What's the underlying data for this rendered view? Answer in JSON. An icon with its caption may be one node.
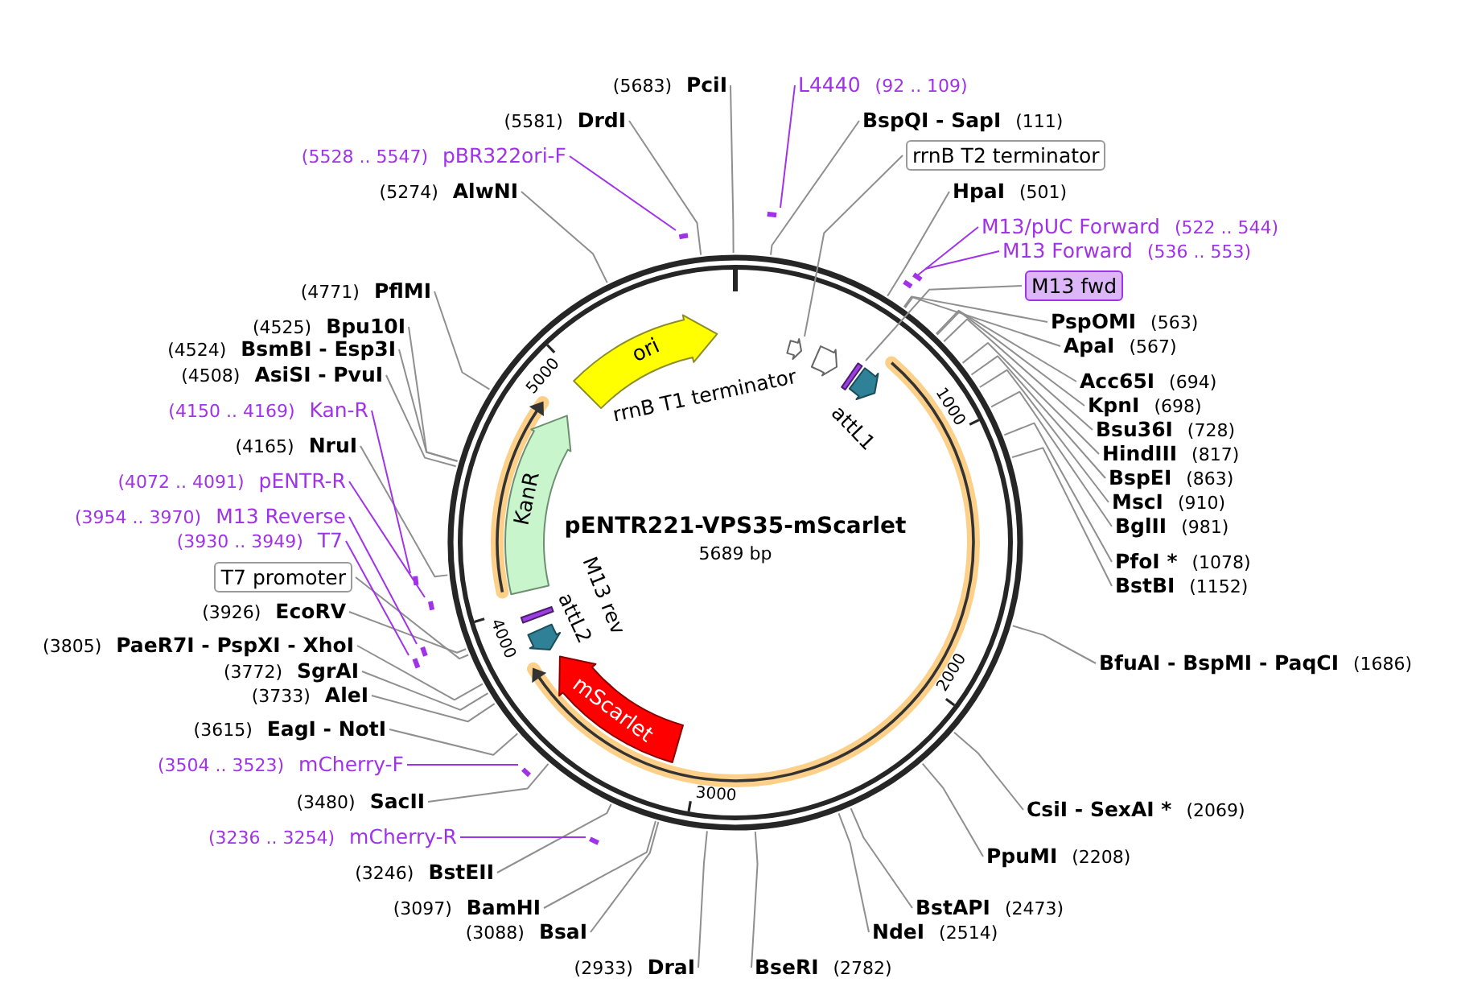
{
  "diagram": {
    "title": "pENTR221-VPS35-mScarlet",
    "nodes": [
      {
        "text": [
          "(5683)",
          "PciI"
        ]
      },
      {
        "text": [
          "L4440",
          "(92 .. 109)"
        ]
      },
      {
        "text": [],
        "shape": "bar"
      },
      {
        "text": [
          "BspQI - SapI",
          "(111)"
        ]
      },
      {
        "text": [
          "rrnB T2 terminator"
        ]
      },
      {
        "text": [],
        "shape": "pentagon"
      },
      {
        "text": [
          "HpaI",
          "(501)"
        ]
      },
      {
        "text": [
          "M13/pUC Forward",
          "(522 .. 544)"
        ]
      },
      {
        "text": [],
        "shape": "bar"
      },
      {
        "text": [
          "M13 Forward",
          "(536 .. 553)"
        ]
      },
      {
        "text": [],
        "shape": "bar"
      },
      {
        "text": [
          "M13 fwd"
        ]
      },
      {
        "text": [],
        "shape": "bar"
      },
      {
        "text": [
          "PspOMI",
          "(563)"
        ]
      },
      {
        "text": [
          "ApaI",
          "(567)"
        ]
      },
      {
        "text": [
          "Acc65I",
          "(694)"
        ]
      },
      {
        "text": [
          "KpnI",
          "(698)"
        ]
      },
      {
        "text": [
          "Bsu36I",
          "(728)"
        ]
      },
      {
        "text": [
          "HindIII",
          "(817)"
        ]
      },
      {
        "text": [
          "BspEI",
          "(863)"
        ]
      },
      {
        "text": [
          "MscI",
          "(910)"
        ]
      },
      {
        "text": [
          "BglII",
          "(981)"
        ]
      },
      {
        "text": [
          "PfoI *",
          "(1078)"
        ]
      },
      {
        "text": [
          "BstBI",
          "(1152)"
        ]
      },
      {
        "text": [
          "BfuAI - BspMI - PaqCI",
          "(1686)"
        ]
      },
      {
        "text": [
          "CsiI - SexAI *",
          "(2069)"
        ]
      },
      {
        "text": [
          "PpuMI",
          "(2208)"
        ]
      },
      {
        "text": [
          "BstAPI",
          "(2473)"
        ]
      },
      {
        "text": [
          "NdeI",
          "(2514)"
        ]
      },
      {
        "text": [
          "BseRI",
          "(2782)"
        ]
      },
      {
        "text": [
          "(2933)",
          "DraI"
        ]
      },
      {
        "text": [
          "(3088)",
          "BsaI"
        ]
      },
      {
        "text": [
          "(3097)",
          "BamHI"
        ]
      },
      {
        "text": [
          "(3246)",
          "BstEII"
        ]
      },
      {
        "text": [
          "(3236 .. 3254)",
          "mCherry-R"
        ]
      },
      {
        "text": [],
        "shape": "bar"
      },
      {
        "text": [
          "(3480)",
          "SacII"
        ]
      },
      {
        "text": [
          "(3504 .. 3523)",
          "mCherry-F"
        ]
      },
      {
        "text": [],
        "shape": "bar"
      },
      {
        "text": [
          "(3615)",
          "EagI - NotI"
        ]
      },
      {
        "text": [
          "(3733)",
          "AleI"
        ]
      },
      {
        "text": [
          "(3772)",
          "SgrAI"
        ]
      },
      {
        "text": [
          "(3805)",
          "PaeR7I - PspXI - XhoI"
        ]
      },
      {
        "text": [
          "(3926)",
          "EcoRV"
        ]
      },
      {
        "text": [
          "T7 promoter"
        ]
      },
      {
        "text": [
          "(3930 .. 3949)",
          "T7"
        ]
      },
      {
        "text": [],
        "shape": "bar"
      },
      {
        "text": [
          "(3954 .. 3970)",
          "M13 Reverse"
        ]
      },
      {
        "text": [],
        "shape": "bar"
      },
      {
        "text": [
          "(4072 .. 4091)",
          "pENTR-R"
        ]
      },
      {
        "text": [],
        "shape": "bar"
      },
      {
        "text": [
          "(4165)",
          "NruI"
        ]
      },
      {
        "text": [
          "(4150 .. 4169)",
          "Kan-R"
        ]
      },
      {
        "text": [],
        "shape": "bar"
      },
      {
        "text": [
          "(4508)",
          "AsiSI - PvuI"
        ]
      },
      {
        "text": [
          "(4524)",
          "BsmBI - Esp3I"
        ]
      },
      {
        "text": [
          "(4525)",
          "Bpu10I"
        ]
      },
      {
        "text": [
          "(4771)",
          "PflMI"
        ]
      },
      {
        "text": [
          "(5274)",
          "AlwNI"
        ]
      },
      {
        "text": [
          "(5528 .. 5547)",
          "pBR322ori-F"
        ]
      },
      {
        "text": [],
        "shape": "bar"
      },
      {
        "text": [
          "(5581)",
          "DrdI"
        ]
      },
      {
        "text": [],
        "shape": "pentagon"
      },
      {
        "text": [],
        "shape": "pentagon",
        "beside": [
          "attL1"
        ]
      },
      {
        "text": [
          "mScarlet"
        ]
      },
      {
        "text": [],
        "shape": "pentagon",
        "beside": [
          "attL2"
        ]
      },
      {
        "text": [],
        "shape": "bar"
      },
      {
        "text": [
          "KanR"
        ]
      },
      {
        "text": [
          "ori"
        ]
      }
    ],
    "edges": [
      {
        "from": 0,
        "to": null,
        "arrow": "none"
      },
      {
        "from": 1,
        "to": 2,
        "arrow": "none",
        "color": "#a033e8"
      },
      {
        "from": 3,
        "to": null,
        "arrow": "none"
      },
      {
        "from": 4,
        "to": 5,
        "arrow": "none"
      },
      {
        "from": 6,
        "to": null,
        "arrow": "none"
      },
      {
        "from": 7,
        "to": 8,
        "arrow": "none",
        "color": "#a033e8"
      },
      {
        "from": 9,
        "to": 10,
        "arrow": "none",
        "color": "#a033e8"
      },
      {
        "from": 11,
        "to": 12,
        "arrow": "none"
      },
      {
        "from": 13,
        "to": null,
        "arrow": "none"
      },
      {
        "from": 14,
        "to": null,
        "arrow": "none"
      },
      {
        "from": 15,
        "to": null,
        "arrow": "none"
      },
      {
        "from": 16,
        "to": null,
        "arrow": "none"
      },
      {
        "from": 17,
        "to": null,
        "arrow": "none"
      },
      {
        "from": 18,
        "to": null,
        "arrow": "none"
      },
      {
        "from": 19,
        "to": null,
        "arrow": "none"
      },
      {
        "from": 20,
        "to": null,
        "arrow": "none"
      },
      {
        "from": 21,
        "to": null,
        "arrow": "none"
      },
      {
        "from": 22,
        "to": null,
        "arrow": "none"
      },
      {
        "from": 23,
        "to": null,
        "arrow": "none"
      },
      {
        "from": 24,
        "to": null,
        "arrow": "none"
      },
      {
        "from": 25,
        "to": null,
        "arrow": "none"
      },
      {
        "from": 26,
        "to": null,
        "arrow": "none"
      },
      {
        "from": 27,
        "to": null,
        "arrow": "none"
      },
      {
        "from": 28,
        "to": null,
        "arrow": "none"
      },
      {
        "from": 29,
        "to": null,
        "arrow": "none"
      },
      {
        "from": 30,
        "to": null,
        "arrow": "none"
      },
      {
        "from": 31,
        "to": null,
        "arrow": "none"
      },
      {
        "from": 32,
        "to": null,
        "arrow": "none"
      },
      {
        "from": 33,
        "to": null,
        "arrow": "none"
      },
      {
        "from": 34,
        "to": 35,
        "arrow": "none",
        "color": "#a033e8"
      },
      {
        "from": 36,
        "to": null,
        "arrow": "none"
      },
      {
        "from": 37,
        "to": 38,
        "arrow": "none",
        "color": "#a033e8"
      },
      {
        "from": 39,
        "to": null,
        "arrow": "none"
      },
      {
        "from": 40,
        "to": null,
        "arrow": "none"
      },
      {
        "from": 41,
        "to": null,
        "arrow": "none"
      },
      {
        "from": 42,
        "to": null,
        "arrow": "none"
      },
      {
        "from": 43,
        "to": null,
        "arrow": "none"
      },
      {
        "from": 44,
        "to": null,
        "arrow": "none"
      },
      {
        "from": 45,
        "to": 46,
        "arrow": "none",
        "color": "#a033e8"
      },
      {
        "from": 47,
        "to": 48,
        "arrow": "none",
        "color": "#a033e8"
      },
      {
        "from": 49,
        "to": 50,
        "arrow": "none",
        "color": "#a033e8"
      },
      {
        "from": 51,
        "to": null,
        "arrow": "none"
      },
      {
        "from": 52,
        "to": 53,
        "arrow": "none",
        "color": "#a033e8"
      },
      {
        "from": 54,
        "to": null,
        "arrow": "none"
      },
      {
        "from": 55,
        "to": null,
        "arrow": "none"
      },
      {
        "from": 56,
        "to": null,
        "arrow": "none"
      },
      {
        "from": 57,
        "to": null,
        "arrow": "none"
      },
      {
        "from": 58,
        "to": null,
        "arrow": "none"
      },
      {
        "from": 59,
        "to": 60,
        "arrow": "none",
        "color": "#a033e8"
      },
      {
        "from": 61,
        "to": null,
        "arrow": "none"
      }
    ],
    "labels": [
      "rrnB T1 terminator",
      "M13 rev",
      "5689 bp",
      "1000",
      "2000",
      "3000",
      "4000",
      "5000"
    ]
  }
}
